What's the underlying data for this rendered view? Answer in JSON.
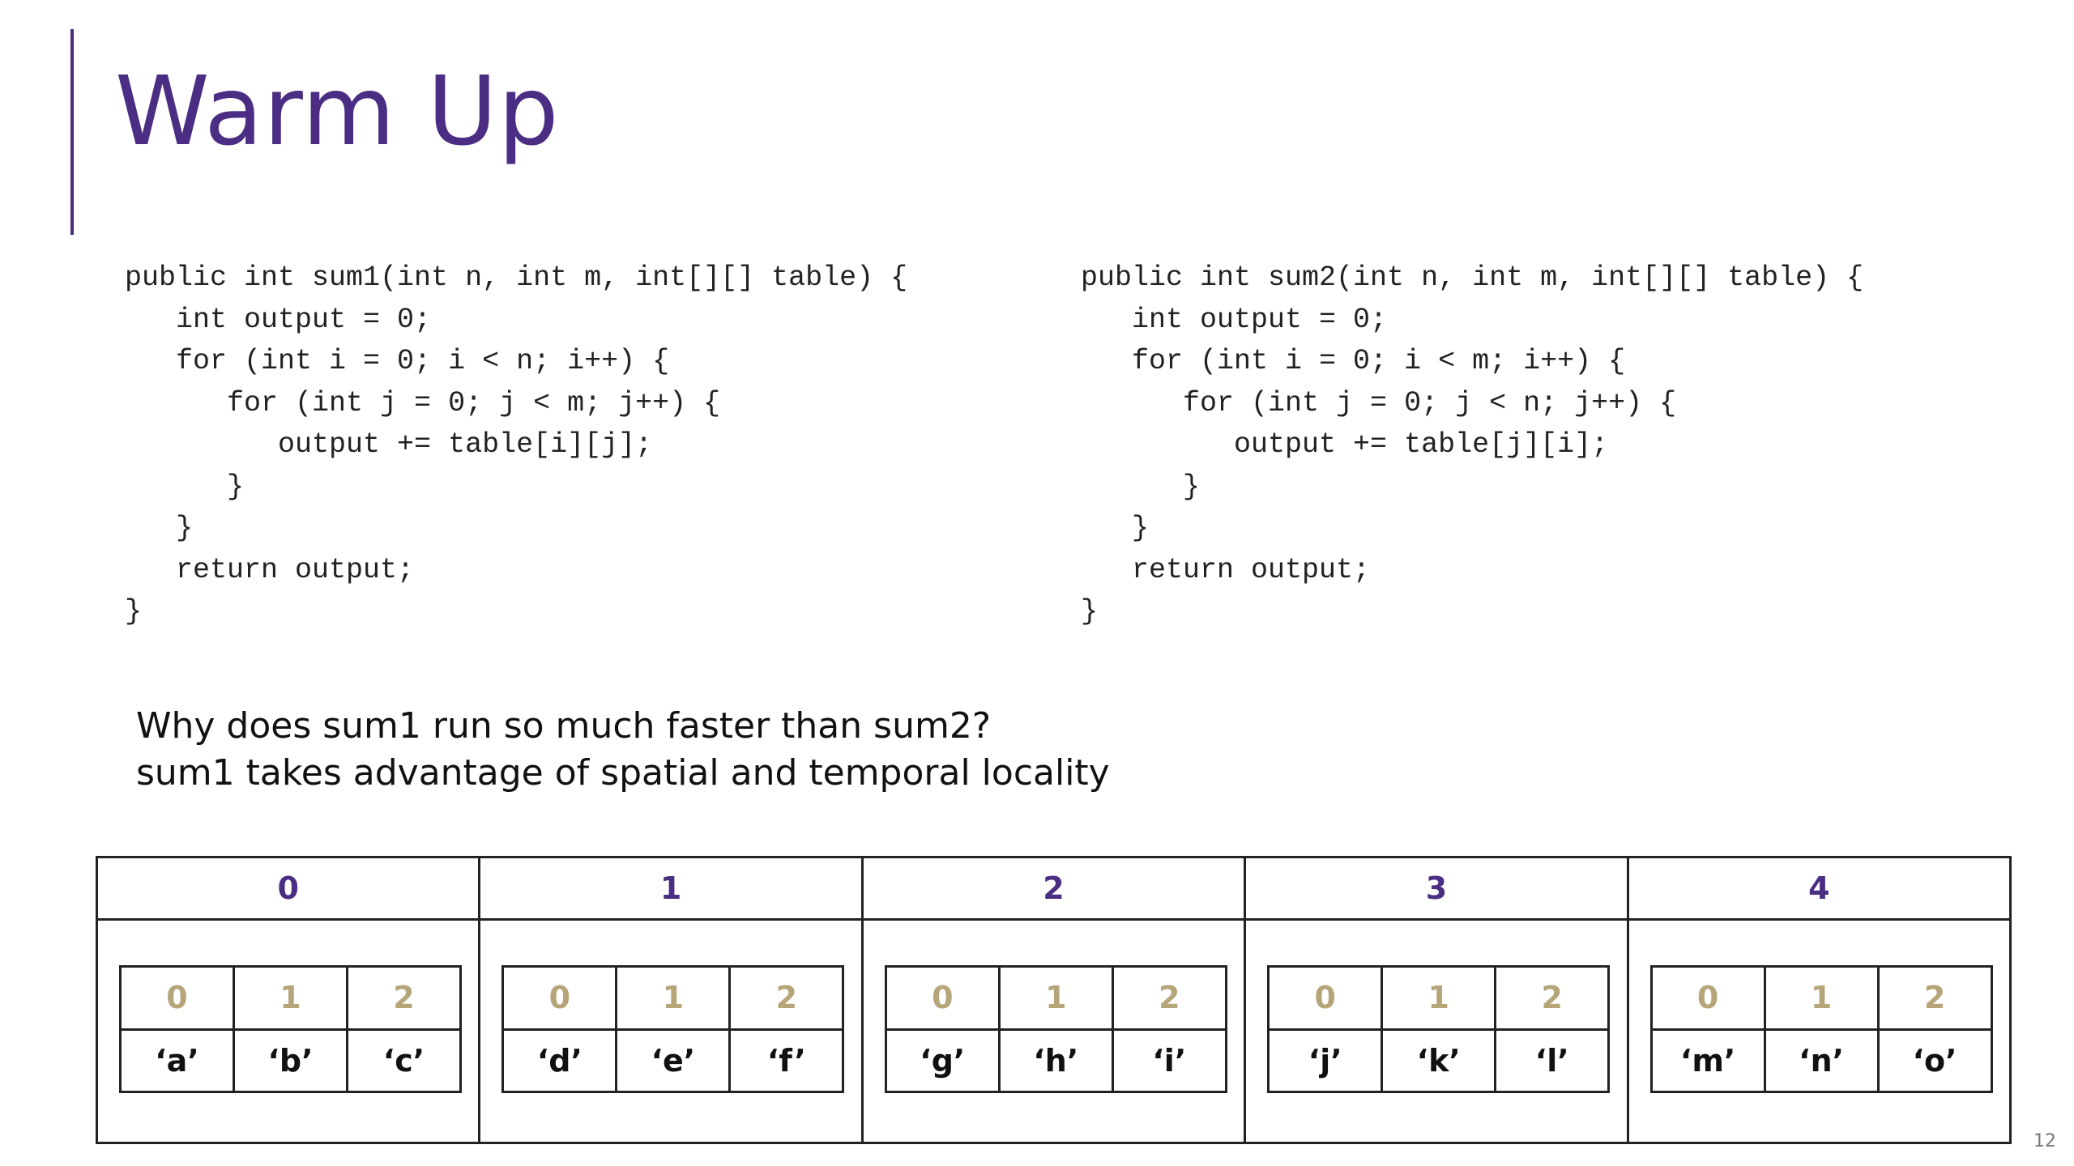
{
  "slide": {
    "title": "Warm Up",
    "page_number": "12",
    "accent_color": "#4b2e83",
    "index_color": "#b7a57a"
  },
  "code_left": [
    "public int sum1(int n, int m, int[][] table) {",
    "   int output = 0;",
    "   for (int i = 0; i < n; i++) {",
    "      for (int j = 0; j < m; j++) {",
    "         output += table[i][j];",
    "      }",
    "   }",
    "   return output;",
    "}"
  ],
  "code_right": [
    "public int sum2(int n, int m, int[][] table) {",
    "   int output = 0;",
    "   for (int i = 0; i < m; i++) {",
    "      for (int j = 0; j < n; j++) {",
    "         output += table[j][i];",
    "      }",
    "   }",
    "   return output;",
    "}"
  ],
  "question": {
    "line1": "Why does sum1 run so much faster than sum2?",
    "line2": "sum1 takes advantage of spatial and temporal locality"
  },
  "memory_table": {
    "rows": [
      {
        "index": "0",
        "cols": [
          "0",
          "1",
          "2"
        ],
        "values": [
          "‘a’",
          "‘b’",
          "‘c’"
        ]
      },
      {
        "index": "1",
        "cols": [
          "0",
          "1",
          "2"
        ],
        "values": [
          "‘d’",
          "‘e’",
          "‘f’"
        ]
      },
      {
        "index": "2",
        "cols": [
          "0",
          "1",
          "2"
        ],
        "values": [
          "‘g’",
          "‘h’",
          "‘i’"
        ]
      },
      {
        "index": "3",
        "cols": [
          "0",
          "1",
          "2"
        ],
        "values": [
          "‘j’",
          "‘k’",
          "‘l’"
        ]
      },
      {
        "index": "4",
        "cols": [
          "0",
          "1",
          "2"
        ],
        "values": [
          "‘m’",
          "‘n’",
          "‘o’"
        ]
      }
    ]
  }
}
